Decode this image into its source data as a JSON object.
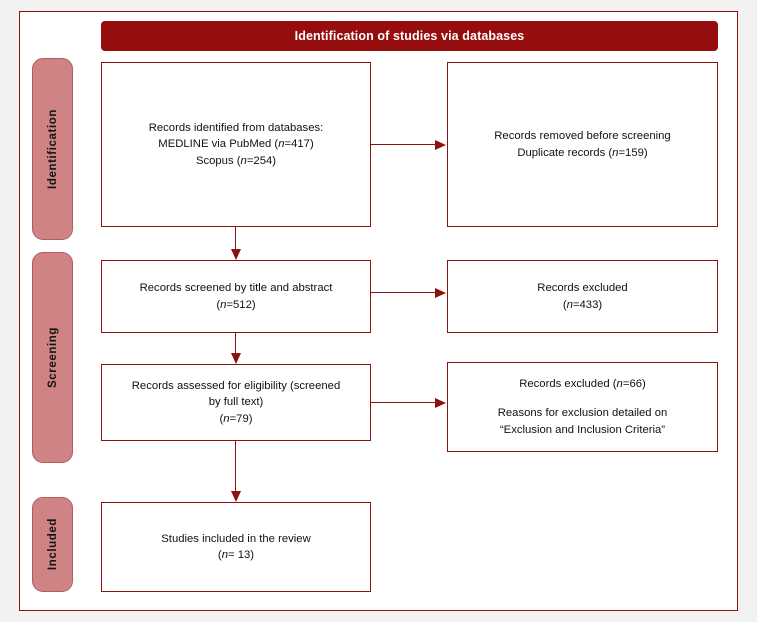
{
  "figure": {
    "kind": "prisma-flow-diagram",
    "banner_title": "Identification of studies via databases",
    "colors": {
      "banner_background": "#960d0d",
      "banner_text": "#ffffff",
      "box_border": "#8e1111",
      "connector": "#8e1111",
      "stage_tab_background": "#cf8385",
      "stage_tab_border": "#b35c5e",
      "page_background": "#f2f2f2",
      "box_background": "#ffffff",
      "body_text": "#111111"
    }
  },
  "stages": [
    {
      "id": "identification",
      "label": "Identification"
    },
    {
      "id": "screening",
      "label": "Screening"
    },
    {
      "id": "included",
      "label": "Included"
    }
  ],
  "boxes": {
    "identified": {
      "id": "records-identified",
      "stage": "identification",
      "column": "left",
      "lines": [
        {
          "text": "Records identified from databases:"
        },
        {
          "prefix": "MEDLINE via PubMed (",
          "italic": "n",
          "suffix": "=417)"
        },
        {
          "prefix": "Scopus (",
          "italic": "n",
          "suffix": "=254)"
        }
      ]
    },
    "removed": {
      "id": "records-removed",
      "stage": "identification",
      "column": "right",
      "lines": [
        {
          "text": "Records removed before screening"
        },
        {
          "prefix": "Duplicate records (",
          "italic": "n",
          "suffix": "=159)"
        }
      ]
    },
    "screened": {
      "id": "records-screened",
      "stage": "screening",
      "column": "left",
      "lines": [
        {
          "text": "Records screened by title and abstract"
        },
        {
          "prefix": "(",
          "italic": "n",
          "suffix": "=512)"
        }
      ]
    },
    "excluded_screening": {
      "id": "records-excluded-screening",
      "stage": "screening",
      "column": "right",
      "lines": [
        {
          "text": "Records excluded"
        },
        {
          "prefix": "(",
          "italic": "n",
          "suffix": "=433)"
        }
      ]
    },
    "eligibility": {
      "id": "records-assessed-eligibility",
      "stage": "screening",
      "column": "left",
      "lines": [
        {
          "text": "Records assessed for eligibility (screened"
        },
        {
          "text": "by full text)"
        },
        {
          "prefix": "(",
          "italic": "n",
          "suffix": "=79)"
        }
      ]
    },
    "excluded_fulltext": {
      "id": "records-excluded-fulltext",
      "stage": "screening",
      "column": "right",
      "lines": [
        {
          "prefix": "Records excluded (",
          "italic": "n",
          "suffix": "=66)"
        },
        {
          "text": "Reasons for exclusion detailed on",
          "gap_above": true
        },
        {
          "text": "“Exclusion and Inclusion Criteria”"
        }
      ]
    },
    "included": {
      "id": "studies-included",
      "stage": "included",
      "column": "left",
      "lines": [
        {
          "text": "Studies included in the review"
        },
        {
          "prefix": "(",
          "italic": "n",
          "suffix": "= 13)"
        }
      ]
    }
  },
  "counts": {
    "medline_via_pubmed": 417,
    "scopus": 254,
    "duplicates_removed": 159,
    "screened_title_abstract": 512,
    "excluded_title_abstract": 433,
    "assessed_full_text": 79,
    "excluded_full_text": 66,
    "studies_included": 13
  },
  "connectors": [
    {
      "id": "identified-to-removed",
      "type": "horizontal-arrow",
      "from": "records-identified",
      "to": "records-removed"
    },
    {
      "id": "identified-to-screened",
      "type": "vertical-arrow",
      "from": "records-identified",
      "to": "records-screened"
    },
    {
      "id": "screened-to-excluded",
      "type": "horizontal-arrow",
      "from": "records-screened",
      "to": "records-excluded-screening"
    },
    {
      "id": "screened-to-eligibility",
      "type": "vertical-arrow",
      "from": "records-screened",
      "to": "records-assessed-eligibility"
    },
    {
      "id": "eligibility-to-excluded",
      "type": "horizontal-arrow",
      "from": "records-assessed-eligibility",
      "to": "records-excluded-fulltext"
    },
    {
      "id": "eligibility-to-included",
      "type": "vertical-arrow",
      "from": "records-assessed-eligibility",
      "to": "studies-included"
    }
  ]
}
